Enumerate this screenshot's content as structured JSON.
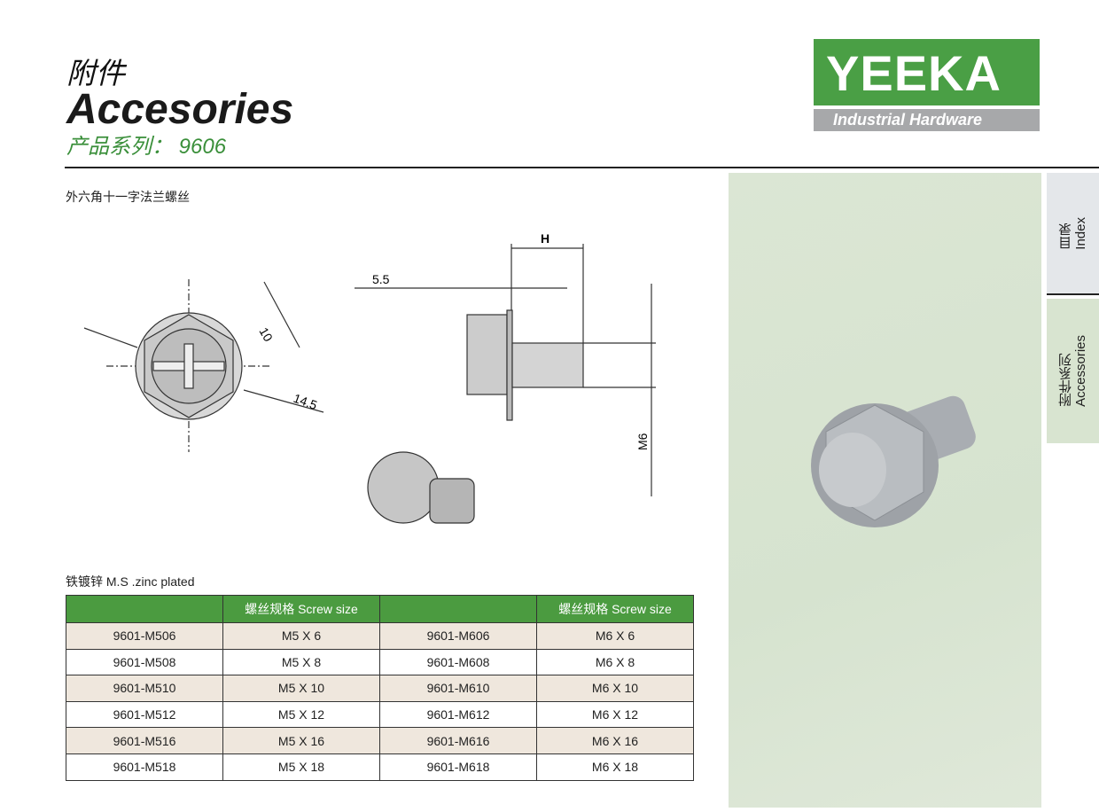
{
  "header": {
    "title_cn": "附件",
    "title_en": "Accesories",
    "series": "产品系列： 9606"
  },
  "logo": {
    "brand": "YEEKA",
    "tagline": "Industrial Hardware",
    "color": "#4a9f45"
  },
  "product": {
    "name_cn": "外六角十一字法兰螺丝",
    "material": "铁镀锌 M.S .zinc plated"
  },
  "drawing": {
    "dims": [
      "10",
      "14.5",
      "5.5",
      "H",
      "M6"
    ]
  },
  "side_tabs": [
    {
      "label_cn": "目录",
      "label_en": "Index"
    },
    {
      "label_cn": "附件系列",
      "label_en": "Accessories"
    }
  ],
  "table": {
    "headers": [
      "",
      "螺丝规格  Screw size",
      "",
      "螺丝规格  Screw size"
    ],
    "rows": [
      [
        "9601-M506",
        "M5 X 6",
        "9601-M606",
        "M6 X 6"
      ],
      [
        "9601-M508",
        "M5 X 8",
        "9601-M608",
        "M6 X 8"
      ],
      [
        "9601-M510",
        "M5 X 10",
        "9601-M610",
        "M6 X 10"
      ],
      [
        "9601-M512",
        "M5 X 12",
        "9601-M612",
        "M6 X 12"
      ],
      [
        "9601-M516",
        "M5 X 16",
        "9601-M616",
        "M6 X 16"
      ],
      [
        "9601-M518",
        "M5 X 18",
        "9601-M618",
        "M6 X 18"
      ]
    ]
  }
}
